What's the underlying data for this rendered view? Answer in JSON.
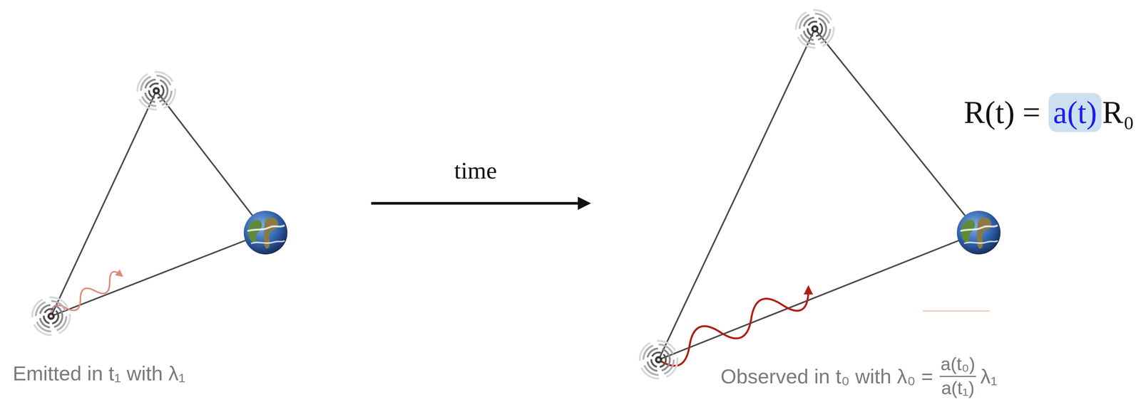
{
  "diagram": {
    "labels": [
      "Emitted in t₁ with λ₁",
      "time",
      "R(t) =",
      "a(t)",
      "R₀",
      "Observed in t₀ with λ₀ =",
      "a(t₀)",
      "a(t₁)",
      "λ₁"
    ]
  }
}
